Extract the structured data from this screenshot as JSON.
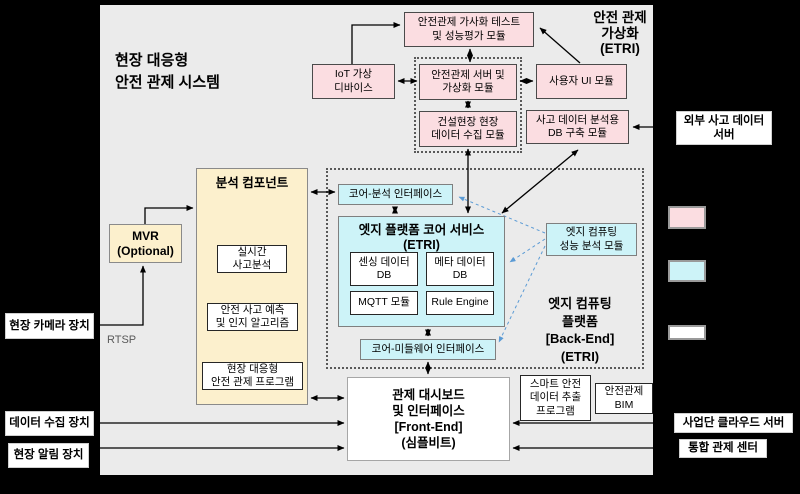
{
  "titles": {
    "system": "현장 대응형\n안전 관제 시스템",
    "virtualization": "안전 관제\n가상화\n(ETRI)",
    "edge_platform": "엣지 컴퓨팅\n플랫폼\n[Back-End]\n(ETRI)",
    "analysis_component": "분석 컴포넌트",
    "core_service": "엣지 플랫폼 코어 서비스\n(ETRI)"
  },
  "modules": {
    "vis_test": "안전관제 가사화 테스트\n및 성능평가 모듈",
    "iot_virtual_device": "IoT 가상\n디바이스",
    "control_server": "안전관제 서버 및\n가상화 모듈",
    "user_ui": "사용자 UI 모듈",
    "site_data_collect": "건설현장 현장\n데이터 수집 모듈",
    "accident_db": "사고 데이터 분석용\nDB 구축 모듈",
    "realtime_analysis": "실시간\n사고분석",
    "accident_predict": "안전 사고 예측\n및 인지 알고리즘",
    "safety_program": "현장 대응형\n안전 관제 프로그램",
    "mvr": "MVR\n(Optional)",
    "core_analysis_interface": "코어-분석 인터페이스",
    "sensing_db": "센싱 데이터\nDB",
    "meta_db": "메타 데이터\nDB",
    "mqtt": "MQTT 모듈",
    "rule_engine": "Rule Engine",
    "core_middleware_interface": "코어-미들웨어 인터페이스",
    "edge_perf_analysis": "엣지 컴퓨팅\n성능 분석 모듈",
    "dashboard": "관제 대시보드\n및 인터페이스\n[Front-End]\n(심플비트)",
    "smart_data_extract": "스마트 안전\n데이터 추출\n프로그램",
    "bim": "안전관제\nBIM"
  },
  "external": {
    "camera": "현장 카메라 장치",
    "data_collect_device": "데이터 수집 장치",
    "site_alarm_device": "현장 알림 장치",
    "external_accident_server": "외부 사고 데이터\n서버",
    "cloud_server": "사업단 클라우드 서버",
    "control_center": "통합 관제 센터"
  },
  "labels": {
    "rtsp": "RTSP"
  },
  "colors": {
    "module_pink": "#fbdde1",
    "module_cyan": "#cdf3f8",
    "module_cream": "#fcf0cd",
    "panel_gray": "#ebebeb",
    "flow_blue": "#5b9bd5"
  }
}
